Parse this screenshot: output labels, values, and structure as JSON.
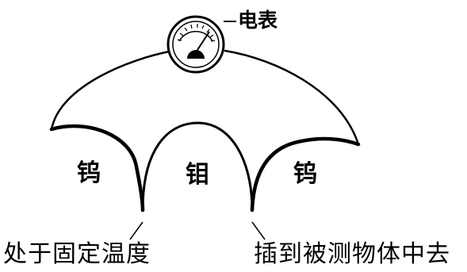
{
  "meter": {
    "label": "电表",
    "icon": "galvanometer-icon"
  },
  "wires": {
    "left": "钨",
    "middle": "钼",
    "right": "钨"
  },
  "junctions": {
    "left": "处于固定温度",
    "right": "插到被测物体中去"
  },
  "colors": {
    "line": "#000000",
    "background": "#ffffff"
  }
}
